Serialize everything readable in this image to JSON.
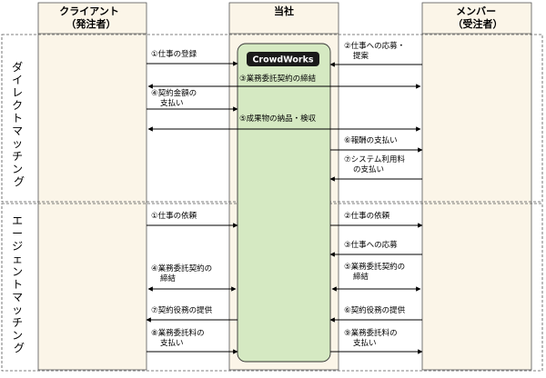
{
  "columns": {
    "client": [
      "クライアント",
      "（発注者）"
    ],
    "company": [
      "当社"
    ],
    "member": [
      "メンバー",
      "（受注者）"
    ]
  },
  "sections": {
    "direct": [
      "ダ",
      "イ",
      "レ",
      "ク",
      "ト",
      "マ",
      "ッ",
      "チ",
      "ン",
      "グ"
    ],
    "agent": [
      "エ",
      "ー",
      "ジ",
      "ェ",
      "ン",
      "ト",
      "マ",
      "ッ",
      "チ",
      "ン",
      "グ"
    ]
  },
  "logo_text": "CrowdWorks",
  "direct_flows": {
    "f1": [
      "①仕事の登録"
    ],
    "f2": [
      "②仕事への応募・",
      "提案"
    ],
    "f3": [
      "③業務委託契約の締結"
    ],
    "f4": [
      "④契約金額の",
      "支払い"
    ],
    "f5": [
      "⑤成果物の納品・検収"
    ],
    "f6": [
      "⑥報酬の支払い"
    ],
    "f7": [
      "⑦システム利用料",
      "の支払い"
    ]
  },
  "agent_flows": {
    "a1": [
      "①仕事の依頼"
    ],
    "a2": [
      "②仕事の依頼"
    ],
    "a3": [
      "③仕事への応募"
    ],
    "a4": [
      "④業務委託契約の",
      "締結"
    ],
    "a5": [
      "⑤業務委託契約の",
      "締結"
    ],
    "a6": [
      "⑥契約役務の提供"
    ],
    "a7": [
      "⑦契約役務の提供"
    ],
    "a8": [
      "⑧業務委託料の",
      "支払い"
    ],
    "a9": [
      "⑨業務委託料の",
      "支払い"
    ]
  },
  "colors": {
    "column_fill": "#fbf5e8",
    "band_fill": "#d5e9c2",
    "band_stroke": "#333333",
    "logo_fill": "#1a1a1a"
  }
}
